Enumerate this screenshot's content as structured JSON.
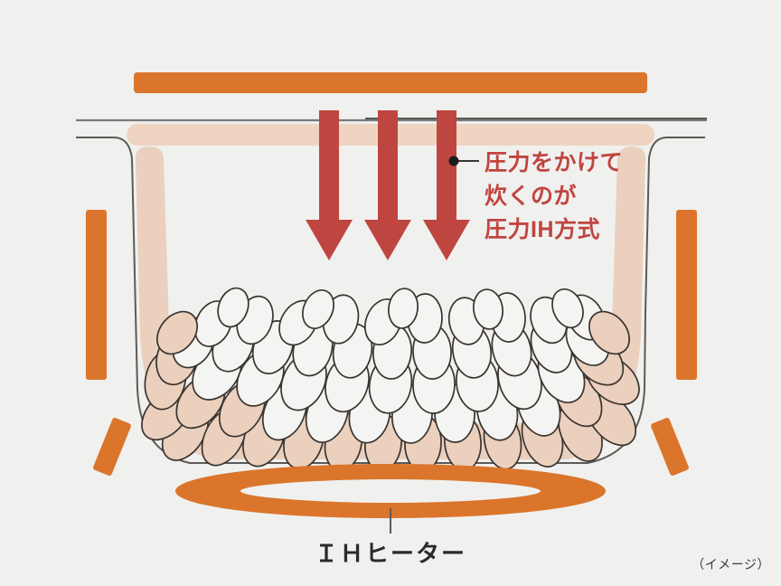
{
  "background_color": "#f0f0ef",
  "palette": {
    "orange": "#db752c",
    "red_arrow": "#bf4640",
    "annotation_red": "#c0453f",
    "inner_peach": "#ead0bd",
    "lid_peach": "#efd4c1",
    "outline_gray": "#6e6e6e",
    "grain_outline": "#3a3430",
    "grain_fill": "#f4f4f3",
    "label_dark": "#2b2b2b",
    "caption_gray": "#3a3a3a"
  },
  "annotation": {
    "icon": "callout-dot-leader",
    "line1": "圧力をかけて",
    "line2": "炊くのが",
    "line3": "圧力IH方式"
  },
  "heater": {
    "label": "ＩＨヒーター",
    "leader_icon": "vertical-leader-line"
  },
  "caption": {
    "text": "（イメージ）"
  },
  "parts": {
    "top_heater_bar": "top-induction-bar",
    "lid_bar": "inner-lid-bar",
    "left_side_heater": "left-side-heater-bar",
    "right_side_heater": "right-side-heater-bar",
    "left_corner_heater": "left-corner-heater-bar",
    "right_corner_heater": "right-corner-heater-bar",
    "bottom_ring_heater": "bottom-ring-heater",
    "pot_body": "inner-cooking-pot",
    "rice": "rice-grains"
  }
}
